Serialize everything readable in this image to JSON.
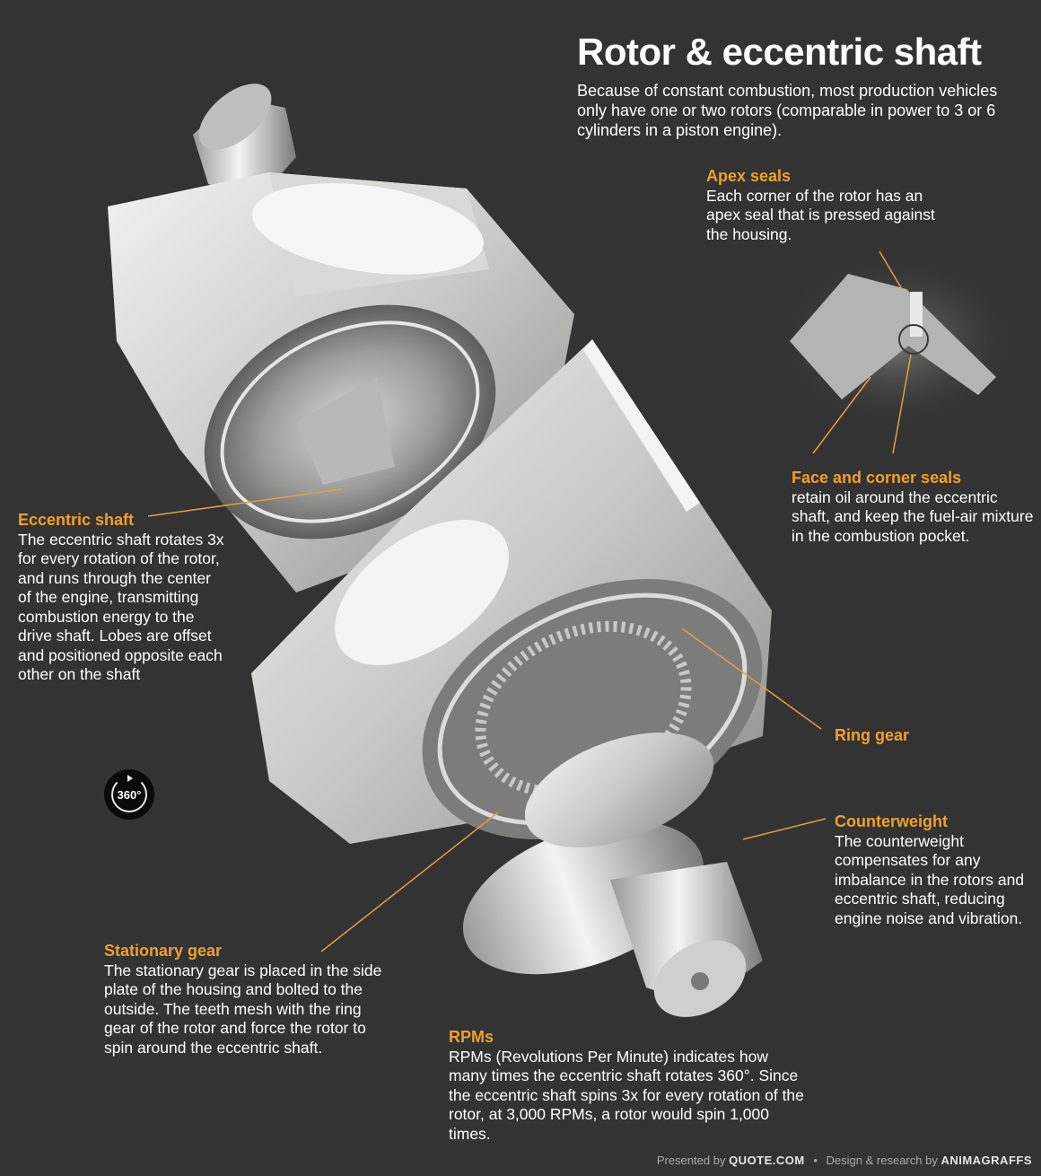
{
  "title": "Rotor & eccentric shaft",
  "intro": "Because of constant combustion, most production vehicles only have one or two rotors (comparable in power to 3 or 6 cylinders in a piston engine).",
  "callouts": {
    "apex_seals": {
      "heading": "Apex seals",
      "body": "Each corner of the rotor has an apex seal that is pressed against the housing."
    },
    "face_corner_seals": {
      "heading": "Face and corner seals",
      "body": "retain oil around the eccentric shaft, and keep the fuel-air mixture in the combustion pocket."
    },
    "eccentric_shaft": {
      "heading": "Eccentric shaft",
      "body": "The eccentric shaft rotates 3x for every rotation of the rotor, and runs through the center of the engine, transmitting combustion energy to the drive shaft. Lobes are offset and positioned opposite each other on the shaft"
    },
    "ring_gear": {
      "heading": "Ring gear",
      "body": ""
    },
    "counterweight": {
      "heading": "Counterweight",
      "body": "The counterweight compensates for any imbalance in the rotors and eccentric shaft, reducing engine noise and vibration."
    },
    "stationary_gear": {
      "heading": "Stationary gear",
      "body": "The stationary gear is placed in the side plate of the housing and bolted to the outside. The teeth mesh with the ring gear of the rotor and force the rotor to spin around the eccentric shaft."
    },
    "rpms": {
      "heading": "RPMs",
      "body": "RPMs (Revolutions Per Minute) indicates how many times the eccentric shaft rotates 360°. Since the eccentric shaft spins 3x for every rotation of the rotor, at 3,000 RPMs, a rotor would spin 1,000 times."
    }
  },
  "rotate_badge": {
    "label": "360°",
    "icon": "rotate-360-icon"
  },
  "footer": {
    "presented_by_label": "Presented by",
    "presenter": "QUOTE.COM",
    "separator": "•",
    "design_label": "Design & research by",
    "designer": "ANIMAGRAFFS"
  },
  "colors": {
    "background": "#333333",
    "accent": "#f0a02a",
    "leader_line": "#e0a040",
    "metal_light": "#e8e8e6",
    "metal_dark": "#8a8a88"
  }
}
